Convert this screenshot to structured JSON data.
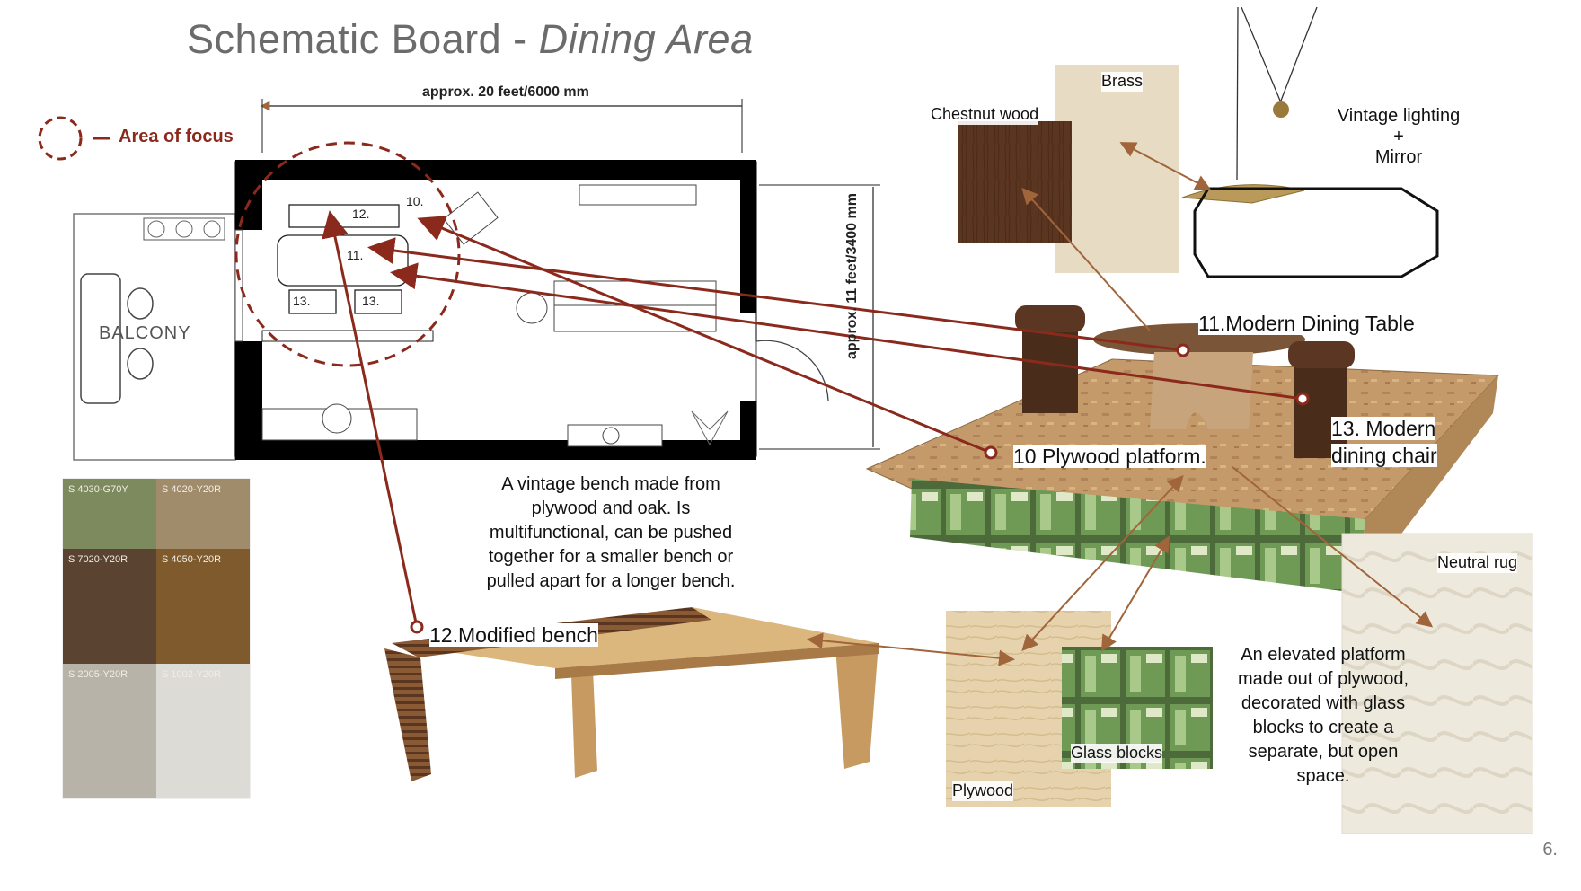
{
  "title": {
    "main": "Schematic Board - ",
    "italic": "Dining Area"
  },
  "legend": {
    "label": "Area of focus"
  },
  "floor_plan": {
    "width_label": "approx. 20 feet/6000 mm",
    "height_label": "approx. 11 feet/3400 mm",
    "balcony_label": "BALCONY",
    "markers": [
      "10.",
      "11.",
      "12.",
      "13.",
      "13."
    ]
  },
  "swatches": [
    {
      "code": "S 4030-G70Y",
      "color": "#7d8a5e"
    },
    {
      "code": "S 4020-Y20R",
      "color": "#a08c6b"
    },
    {
      "code": "S 7020-Y20R",
      "color": "#5a4331"
    },
    {
      "code": "S 4050-Y20R",
      "color": "#7e5a2c"
    },
    {
      "code": "S 2005-Y20R",
      "color": "#b8b3a8"
    },
    {
      "code": "S 1002-Y20R",
      "color": "#dddbd5"
    }
  ],
  "materials": {
    "chestnut": "Chestnut wood",
    "brass": "Brass",
    "lighting": "Vintage lighting",
    "plus": "+",
    "mirror": "Mirror",
    "plywood": "Plywood",
    "glass": "Glass blocks",
    "rug": "Neutral rug"
  },
  "items": {
    "table": "11.Modern Dining Table",
    "chair_1": "13. Modern",
    "chair_2": "dining chair",
    "platform": "10 Plywood platform.",
    "bench": "12.Modified bench"
  },
  "descriptions": {
    "bench": [
      "A vintage bench made from",
      "plywood and oak. Is",
      "multifunctional, can be pushed",
      "together for a smaller bench or",
      "pulled apart for a longer bench."
    ],
    "platform": [
      "An elevated platform",
      "made out of plywood,",
      "decorated with glass",
      "blocks to create a",
      "separate, but open",
      "space."
    ]
  },
  "page_number": "6.",
  "colors": {
    "accent": "#8b2a1c",
    "arrow_brown": "#a0653a"
  }
}
